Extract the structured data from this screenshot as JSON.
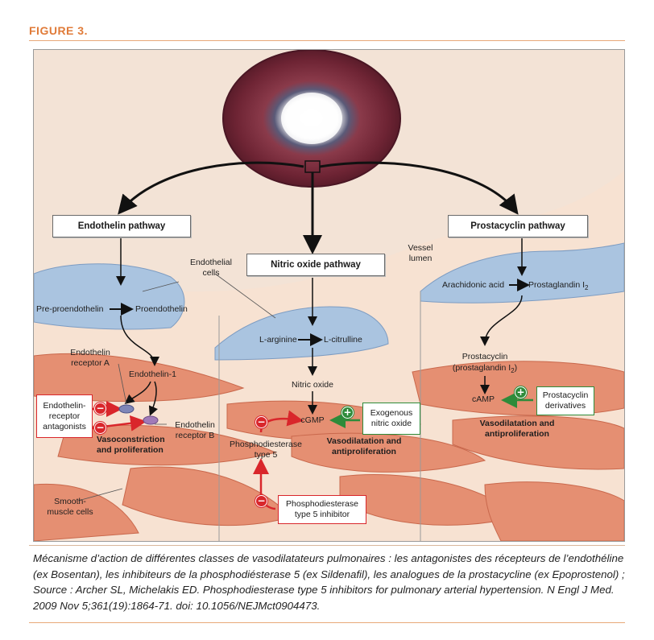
{
  "figure_label": "FIGURE 3.",
  "colors": {
    "accent": "#e07b39",
    "inhibit": "#d9262b",
    "stimulate": "#2e8b3a",
    "endothelium": "#a9c3df",
    "smooth_muscle": "#e59174"
  },
  "pathways": {
    "endothelin": "Endothelin pathway",
    "nitric_oxide": "Nitric oxide pathway",
    "prostacyclin": "Prostacyclin pathway"
  },
  "labels": {
    "vessel_lumen": "Vessel lumen",
    "endothelial_cells": "Endothelial cells",
    "smooth_muscle_cells": "Smooth-muscle cells",
    "pre_proendothelin": "Pre-proendothelin",
    "proendothelin": "Proendothelin",
    "endothelin_1": "Endothelin-1",
    "endothelin_receptor_a": "Endothelin receptor A",
    "endothelin_receptor_b": "Endothelin receptor B",
    "vasoconstriction": "Vasoconstriction and proliferation",
    "l_arginine": "L-arginine",
    "l_citrulline": "L-citrulline",
    "nitric_oxide": "Nitric oxide",
    "cgmp": "cGMP",
    "pde5": "Phosphodiesterase type 5",
    "vasodilatation_no": "Vasodilatation and antiproliferation",
    "arachidonic_acid": "Arachidonic acid",
    "prostaglandin": "Prostaglandin I",
    "prostaglandin_sub": "2",
    "prostacyclin_line1": "Prostacyclin",
    "prostacyclin_line2": "(prostaglandin I",
    "prostacyclin_sub": "2",
    "prostacyclin_close": ")",
    "camp": "cAMP",
    "vasodilatation_pc": "Vasodilatation and antiproliferation"
  },
  "interventions": {
    "era": "Endothelin-receptor antagonists",
    "exo_no": "Exogenous nitric oxide",
    "pde5_inhibitor": "Phosphodiesterase type 5 inhibitor",
    "prostacyclin_derivatives": "Prostacyclin derivatives"
  },
  "symbols": {
    "minus": "−",
    "plus": "+"
  },
  "caption": "Mécanisme d’action de différentes classes de vasodilatateurs pulmonaires : les antagonistes des récepteurs de l’endothéline (ex Bosentan), les inhibiteurs de la phosphodiésterase 5 (ex Sildenafil), les analogues de la prostacycline (ex Epoprostenol) ; Source : Archer SL, Michelakis ED. Phosphodiesterase type 5 inhibitors for pulmonary arterial hypertension. N Engl J Med. 2009 Nov 5;361(19):1864-71. doi: 10.1056/NEJMct0904473."
}
